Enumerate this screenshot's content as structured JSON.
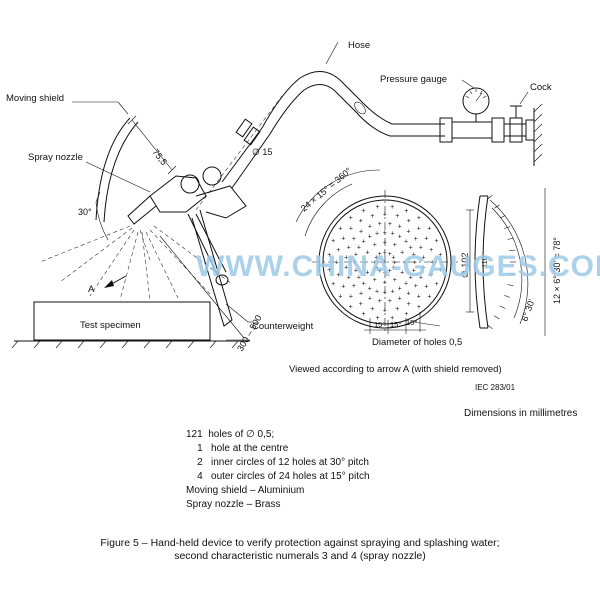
{
  "labels": {
    "hose": "Hose",
    "pressure_gauge": "Pressure gauge",
    "cock": "Cock",
    "moving_shield": "Moving shield",
    "spray_nozzle": "Spray nozzle",
    "test_specimen": "Test specimen",
    "counterweight": "Counterweight",
    "arrow_a": "A",
    "diameter_holes": "Diameter of holes 0,5"
  },
  "dimensions": {
    "d75": "75,5",
    "phi15": "∅ 15",
    "angle30": "30°",
    "range": "300 – 500",
    "holes_24": "24 × 15° = 360°",
    "phi102": "∅ 102",
    "d110": "110",
    "holes_12": "12 × 6° 30' = 78°",
    "angle_630": "6° 30'",
    "pitch15a": "15°",
    "pitch15b": "15°",
    "pitch15c": "15°"
  },
  "viewed": "Viewed according to arrow A (with shield removed)",
  "iec_ref": "IEC   283/01",
  "dims_note": "Dimensions in millimetres",
  "notes": [
    "121  holes of ∅ 0,5;",
    "    1   hole at the centre",
    "    2   inner circles of 12 holes at 30° pitch",
    "    4   outer circles of 24 holes at 15° pitch",
    "Moving shield – Aluminium",
    "Spray nozzle – Brass"
  ],
  "caption": [
    "Figure 5 – Hand-held device to verify protection against spraying and splashing water;",
    "second characteristic numerals 3 and 4 (spray nozzle)"
  ],
  "watermark": "WWW.CHINA-GAUGES.COM"
}
